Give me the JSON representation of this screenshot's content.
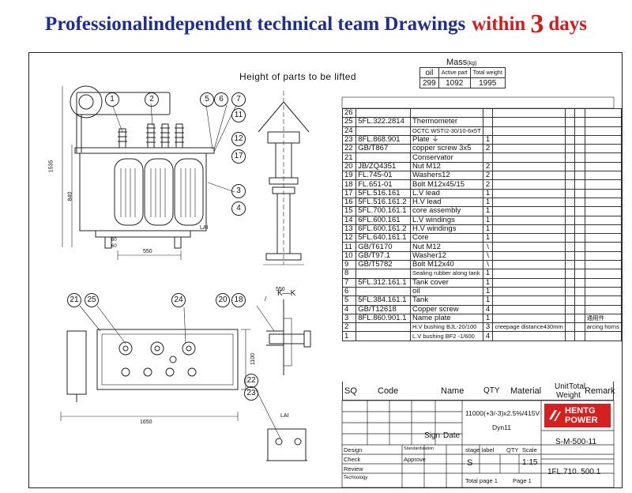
{
  "banner": {
    "title_blue": "Professionalindependent technical team Drawings",
    "title_red_1": "within",
    "title_red_big": "3",
    "title_red_2": "days"
  },
  "drawing": {
    "lift_title": "Height of parts to be lifted",
    "mass_title": "Mass",
    "mass_unit": "(kg)",
    "mass_headers": [
      "oil",
      "Active part",
      "Total weight"
    ],
    "mass_values": [
      "299",
      "1092",
      "1995"
    ],
    "dimensions": {
      "height_total": "1535",
      "height_body": "840",
      "base_width": "550",
      "base_width_2": "550",
      "plan_width": "1650",
      "plan_height": "1100",
      "small_dim": "80",
      "small_dim_2": "60"
    },
    "section_label": "K—K",
    "callouts": [
      "1",
      "2",
      "3",
      "4",
      "5",
      "6",
      "7",
      "11",
      "12",
      "17",
      "18",
      "20",
      "21",
      "22",
      "23",
      "24",
      "25"
    ],
    "symbol_labels": [
      "LAI",
      "LAI"
    ]
  },
  "parts_table": {
    "rows": [
      {
        "sq": "26",
        "code": "",
        "name": "",
        "qty": "",
        "material": "",
        "unit": "",
        "total": "",
        "remark": ""
      },
      {
        "sq": "25",
        "code": "5FL.322.2814",
        "name": "Thermometer",
        "qty": "",
        "material": "",
        "unit": "",
        "total": "",
        "remark": ""
      },
      {
        "sq": "24",
        "code": "",
        "name": "OCTC  WSTI2-30/10-6x5T",
        "qty": "",
        "material": "",
        "unit": "",
        "total": "",
        "remark": ""
      },
      {
        "sq": "23",
        "code": "8FL.868.901",
        "name": "Plate ⏚",
        "qty": "1",
        "material": "",
        "unit": "",
        "total": "",
        "remark": ""
      },
      {
        "sq": "22",
        "code": "GB/T867",
        "name": "copper screw 3x5",
        "qty": "2",
        "material": "",
        "unit": "",
        "total": "",
        "remark": ""
      },
      {
        "sq": "21",
        "code": "",
        "name": "Conservator",
        "qty": "",
        "material": "",
        "unit": "",
        "total": "",
        "remark": ""
      },
      {
        "sq": "20",
        "code": "JB/ZQ4351",
        "name": "Nut  M12",
        "qty": "2",
        "material": "",
        "unit": "",
        "total": "",
        "remark": ""
      },
      {
        "sq": "19",
        "code": "FL.745-01",
        "name": "Washers12",
        "qty": "2",
        "material": "",
        "unit": "",
        "total": "",
        "remark": ""
      },
      {
        "sq": "18",
        "code": "FL.651-01",
        "name": "Bolt M12x45/15",
        "qty": "2",
        "material": "",
        "unit": "",
        "total": "",
        "remark": ""
      },
      {
        "sq": "17",
        "code": "5FL.516.161",
        "name": "L.V lead",
        "qty": "1",
        "material": "",
        "unit": "",
        "total": "",
        "remark": ""
      },
      {
        "sq": "16",
        "code": "5FL.516.161.2",
        "name": "H.V lead",
        "qty": "1",
        "material": "",
        "unit": "",
        "total": "",
        "remark": ""
      },
      {
        "sq": "15",
        "code": "5FL.700.161.1",
        "name": "core assembly",
        "qty": "1",
        "material": "",
        "unit": "",
        "total": "",
        "remark": ""
      },
      {
        "sq": "14",
        "code": "6FL.600.161",
        "name": "L.V windings",
        "qty": "1",
        "material": "",
        "unit": "",
        "total": "",
        "remark": ""
      },
      {
        "sq": "13",
        "code": "6FL.600.161.2",
        "name": "H.V windings",
        "qty": "1",
        "material": "",
        "unit": "",
        "total": "",
        "remark": ""
      },
      {
        "sq": "12",
        "code": "5FL.640.161.1",
        "name": "Core",
        "qty": "1",
        "material": "",
        "unit": "",
        "total": "",
        "remark": ""
      },
      {
        "sq": "11",
        "code": "GB/T6170",
        "name": "Nut     M12",
        "qty": "\\",
        "material": "",
        "unit": "",
        "total": "",
        "remark": ""
      },
      {
        "sq": "10",
        "code": "GB/T97.1",
        "name": "Washer12",
        "qty": "\\",
        "material": "",
        "unit": "",
        "total": "",
        "remark": ""
      },
      {
        "sq": "9",
        "code": "GB/T5782",
        "name": "Bolt   M12x40",
        "qty": "\\",
        "material": "",
        "unit": "",
        "total": "",
        "remark": ""
      },
      {
        "sq": "8",
        "code": "",
        "name": "Sealing rubber along tank",
        "qty": "1",
        "material": "",
        "unit": "",
        "total": "",
        "remark": ""
      },
      {
        "sq": "7",
        "code": "5FL.312.161.1",
        "name": "Tank cover",
        "qty": "1",
        "material": "",
        "unit": "",
        "total": "",
        "remark": ""
      },
      {
        "sq": "6",
        "code": "",
        "name": "oil",
        "qty": "1",
        "material": "",
        "unit": "",
        "total": "",
        "remark": ""
      },
      {
        "sq": "5",
        "code": "5FL.384.161.1",
        "name": "Tank",
        "qty": "1",
        "material": "",
        "unit": "",
        "total": "",
        "remark": ""
      },
      {
        "sq": "4",
        "code": "GB/T12618",
        "name": "Copper screw",
        "qty": "4",
        "material": "",
        "unit": "",
        "total": "",
        "remark": ""
      },
      {
        "sq": "3",
        "code": "8FL.860.901.1",
        "name": "Name plate",
        "qty": "1",
        "material": "",
        "unit": "",
        "total": "",
        "remark": "通用件"
      },
      {
        "sq": "2",
        "code": "",
        "name": "H.V bushing BJL-20/100",
        "qty": "3",
        "material": "creepage distance430mm",
        "unit": "",
        "total": "",
        "remark": "arcing horns"
      },
      {
        "sq": "1",
        "code": "",
        "name": "L.V bushing BF2 -1/600",
        "qty": "4",
        "material": "",
        "unit": "",
        "total": "",
        "remark": ""
      }
    ],
    "headers": {
      "sq": "SQ",
      "code": "Code",
      "name": "Name",
      "qty": "QTY",
      "material": "Material",
      "unit": "Unit",
      "total": "Total",
      "weight": "Weight",
      "remark": "Remark"
    }
  },
  "title_block": {
    "rating": "11000(+3/-3)x2.5%/415V",
    "vector_group": "Dyn11",
    "sign_label": "Sign",
    "date_label": "Date",
    "design_label": "Design",
    "check_label": "Check",
    "review_label": "Review",
    "technology_label": "Technology",
    "standardization_label": "Standardization",
    "approve_label": "Approve",
    "stage_label": "stage label",
    "qty_label": "QTY",
    "scale_label": "Scale",
    "stage_value": "S",
    "scale_value": "1:15",
    "total_page_label": "Total page  1",
    "page_label": "Page  1",
    "drawing_code": "S-M-500-11",
    "drawing_number": "1FL.710. 500.1",
    "logo_line1": "HENTG",
    "logo_line2": "POWER"
  },
  "colors": {
    "banner_blue": "#1f2f8f",
    "banner_red": "#d21c1c",
    "logo_red": "#d62020",
    "line": "#222222"
  }
}
